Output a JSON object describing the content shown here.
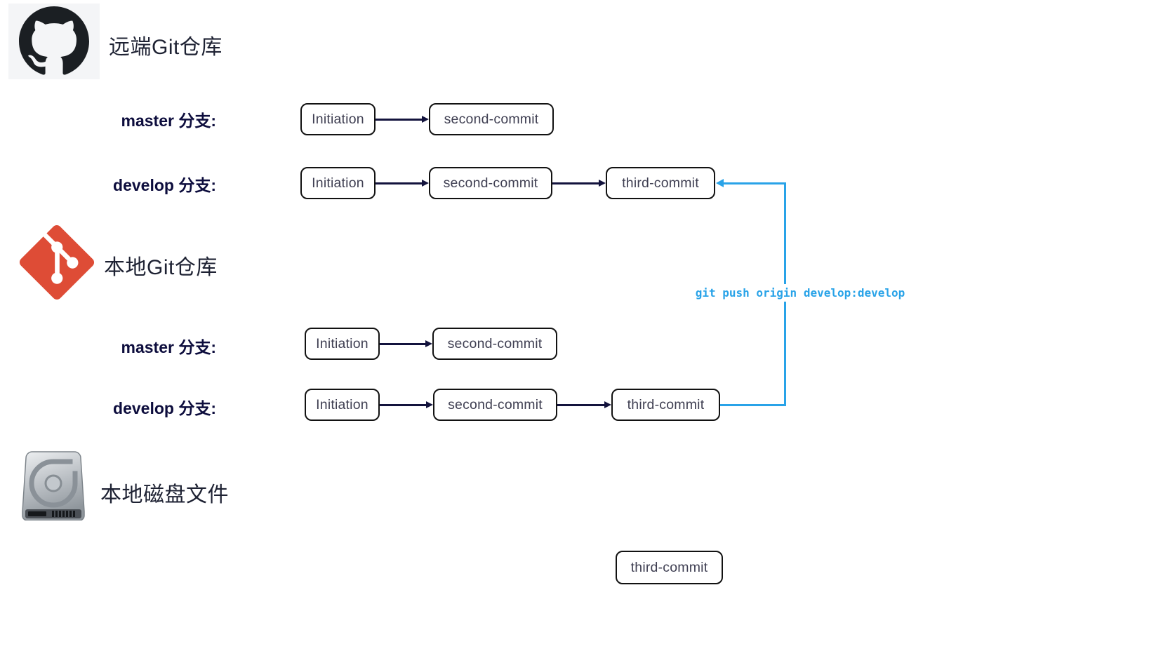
{
  "colors": {
    "background": "#ffffff",
    "arrow_dark": "#13133d",
    "push_blue": "#29a3e8",
    "box_border": "#121212",
    "box_text": "#3f3f52",
    "branch_label": "#0d0d3d",
    "section_title": "#1e2233",
    "git_logo_red": "#de4c36",
    "github_logo_dark": "#1b1f23",
    "github_logo_bg": "#f4f5f7"
  },
  "icons": {
    "remote": "github-icon",
    "local": "git-icon",
    "disk": "hard-drive-icon"
  },
  "sections": {
    "remote": {
      "title": "远端Git仓库",
      "branches": [
        {
          "label": "master 分支:",
          "commits": [
            "Initiation",
            "second-commit"
          ]
        },
        {
          "label": "develop 分支:",
          "commits": [
            "Initiation",
            "second-commit",
            "third-commit"
          ]
        }
      ]
    },
    "local": {
      "title": "本地Git仓库",
      "branches": [
        {
          "label": "master 分支:",
          "commits": [
            "Initiation",
            "second-commit"
          ]
        },
        {
          "label": "develop 分支:",
          "commits": [
            "Initiation",
            "second-commit",
            "third-commit"
          ]
        }
      ]
    },
    "disk": {
      "title": "本地磁盘文件",
      "commits": [
        "third-commit"
      ]
    }
  },
  "connector": {
    "label": "git push origin develop:develop",
    "from": "local develop third-commit",
    "to": "remote develop third-commit"
  }
}
